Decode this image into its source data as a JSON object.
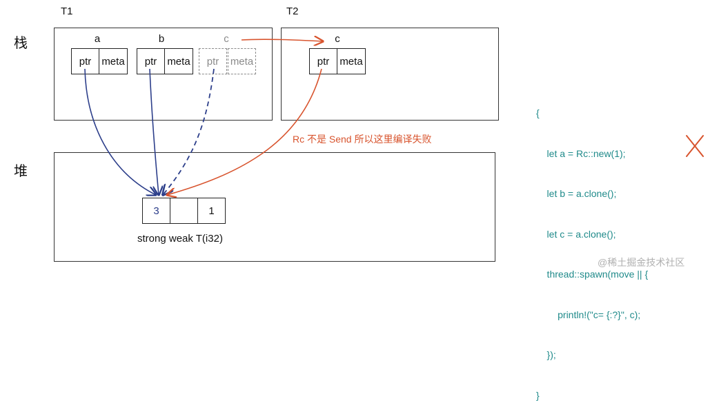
{
  "threads": {
    "t1": "T1",
    "t2": "T2"
  },
  "rows": {
    "stack": "栈",
    "heap": "堆"
  },
  "t1_vars": [
    {
      "name": "a",
      "ptr": "ptr",
      "meta": "meta"
    },
    {
      "name": "b",
      "ptr": "ptr",
      "meta": "meta"
    },
    {
      "name": "c",
      "ptr": "ptr",
      "meta": "meta"
    }
  ],
  "t2_var": {
    "name": "c",
    "ptr": "ptr",
    "meta": "meta"
  },
  "heap": {
    "strong": "3",
    "weak": "",
    "value": "1",
    "caption": "strong weak T(i32)"
  },
  "annotation": "Rc 不是 Send 所以这里编译失败",
  "code_lines": [
    "{",
    "    let a = Rc::new(1);",
    "    let b = a.clone();",
    "    let c = a.clone();",
    "    thread::spawn(move || {",
    "        println!(\"c= {:?}\", c);",
    "    });",
    "}"
  ],
  "watermark": "@稀土掘金技术社区",
  "colors": {
    "blue": "#2c3e8a",
    "orange": "#d8542e",
    "code": "#1f8a8a",
    "gray": "#8a8a8a"
  }
}
